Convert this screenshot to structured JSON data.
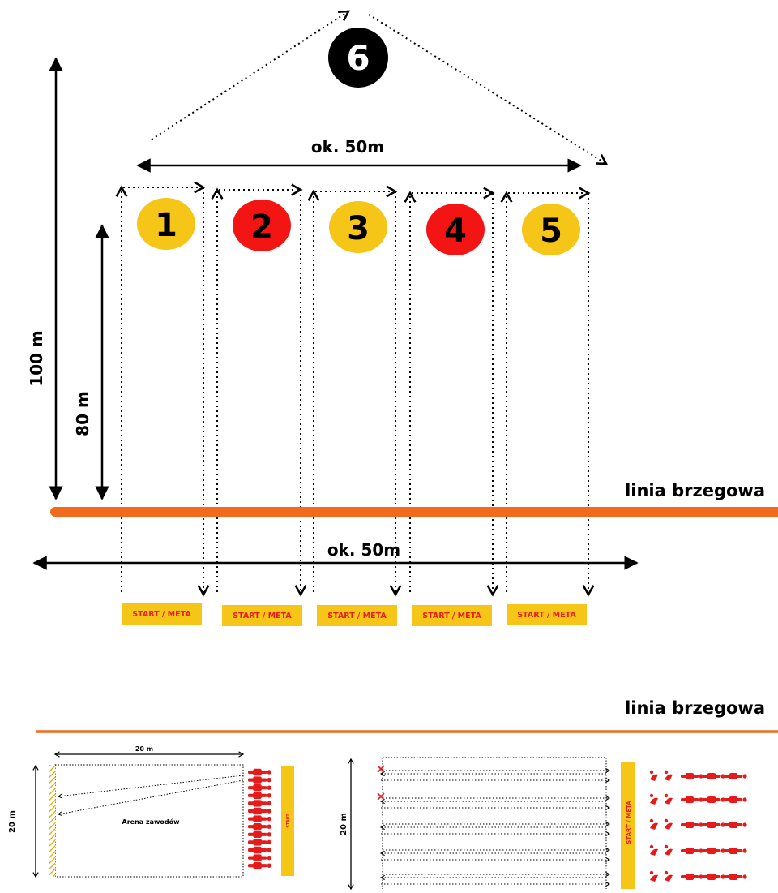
{
  "colors": {
    "yellow": "#f5c518",
    "red": "#f31414",
    "black": "#000000",
    "orange": "#f26a1b",
    "start_text": "#e8201a",
    "swimmer_red": "#e51b1b"
  },
  "top_diagram": {
    "buoys": [
      {
        "number": "1",
        "color": "yellow"
      },
      {
        "number": "2",
        "color": "red"
      },
      {
        "number": "3",
        "color": "yellow"
      },
      {
        "number": "4",
        "color": "red"
      },
      {
        "number": "5",
        "color": "yellow"
      }
    ],
    "buoy_6": {
      "number": "6",
      "color": "black"
    },
    "width_label_top": "ok. 50m",
    "width_label_bottom": "ok. 50m",
    "height_100": "100 m",
    "height_80": "80 m",
    "shoreline_label": "linia brzegowa",
    "start_labels": [
      "START / META",
      "START / META",
      "START / META",
      "START / META",
      "START / META"
    ]
  },
  "bottom_diagram": {
    "shoreline_label": "linia brzegowa",
    "left_arena": {
      "width_label": "20 m",
      "height_label": "20 m",
      "arena_label": "Arena zawodów",
      "start_label": "START"
    },
    "right_arena": {
      "height_label": "20 m",
      "start_label": "START / META"
    }
  }
}
